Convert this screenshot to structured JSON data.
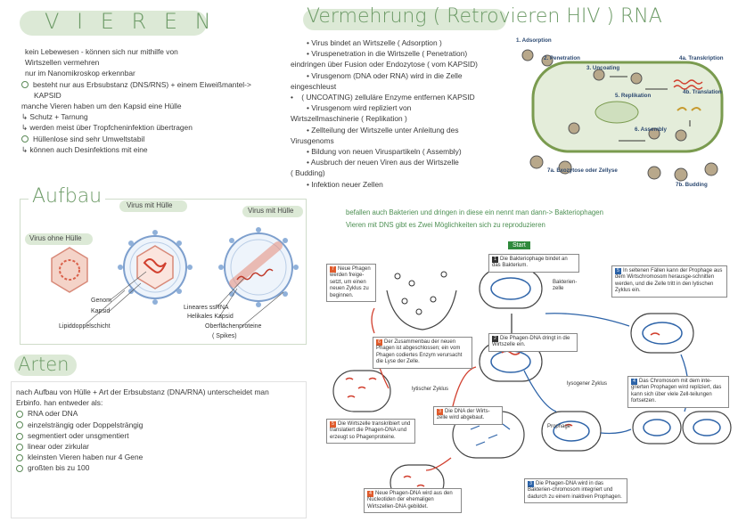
{
  "left": {
    "title": "V I E R E N",
    "intro": [
      "kein Lebewesen - können sich nur mithilfe von",
      "Wirtszellen vermehren",
      "nur im Nanomikroskop erkennbar",
      "besteht nur aus Erbsubstanz (DNS/RNS) + einem Eiweißmantel->",
      "KAPSID",
      "manche Vieren haben um den Kapsid eine Hülle",
      "Schutz + Tarnung",
      "werden meist über Tropfcheninfektion übertragen",
      "Hüllenlose sind sehr Umweltstabil",
      "können auch Desinfektions mit eine"
    ],
    "aufbau": {
      "title": "Aufbau",
      "virus_huelle_1": "Virus mit Hülle",
      "virus_huelle_2": "Virus mit Hülle",
      "virus_ohne": "Virus ohne Hülle",
      "labels": {
        "genom": "Genom",
        "kapsid": "Kapsid",
        "lipid": "Lipiddoppelschicht",
        "ssrna": "Lineares ssRNA",
        "helikal": "Helikales Kapsid",
        "oberflaeche": "Oberflächenproteine",
        "spikes": "( Spikes)"
      }
    },
    "arten": {
      "title": "Arten",
      "lines": [
        "nach Aufbau von Hülle + Art der Erbsubstanz (DNA/RNA) unterscheidet man",
        "Erbinfo. han entweder als:",
        "RNA oder DNA",
        "einzelsträngig oder Doppelsträngig",
        "segmentiert oder unsgmentiert",
        "linear oder zirkular",
        "kleinsten Vieren haben nur 4 Gene",
        "großten bis zu 100"
      ]
    }
  },
  "right": {
    "title": "Vermehrung ( Retrovieren HIV ) RNA",
    "steps": [
      "Virus bindet an Wirtszelle ( Adsorption )",
      "Viruspenetration in die Wirtszelle ( Penetration)",
      "eindringen über Fusion oder Endozytose ( vom KAPSID)",
      "Virusgenom (DNA oder RNA) wird in die Zelle",
      "eingeschleust",
      "( UNCOATING) zelluläre Enzyme entfernen KAPSID",
      "Virusgenom wird repliziert von",
      "Wirtszellmaschinerie ( Replikation )",
      "Zellteilung der Wirtszelle unter Anleitung des",
      "Virusgenoms",
      "Bildung von neuen Viruspartikeln ( Assembly)",
      "Ausbruch der neuen Viren aus der Wirtszelle",
      "( Budding)",
      "Infektion neuer Zellen"
    ],
    "cycle_labels": {
      "adsorption": "1. Adsorption",
      "penetration": "2. Penetration",
      "uncoating": "3. Uncoating",
      "transkription": "4a. Transkription",
      "translation": "4b. Translation",
      "replikation": "5. Replikation",
      "assembly": "6. Assembly",
      "exozytose": "7a. Exozytose oder Zellyse",
      "budding": "7b. Budding"
    },
    "bacteriophage_note": [
      "befallen auch Bakterien und dringen in diese ein nennt man dann-> Bakteriophagen",
      "Vieren mit DNS gibt es Zwei Möglichkeiten sich zu reproduzieren"
    ],
    "phage": {
      "start": "Start",
      "lytic": "lytischer Zyklus",
      "lysogenic": "lysogener Zyklus",
      "bakterienzelle": "Bakterien-zelle",
      "prophage": "Prophage",
      "box1": "Die Bakteriophage bindet an das Bakterium.",
      "box2": "Die Phagen-DNA dringt in die Wirtszelle ein.",
      "box3a": "Die DNA der Wirts-zelle wird abgebaut.",
      "box4a": "Neue Phagen-DNA wird aus den Nucleotiden der ehemaligen Wirtszellen-DNA gebildet.",
      "box5a": "Die Wirtszelle transkribiert und translatiert die Phagen-DNA und erzeugt so Phagenproteine.",
      "box6a": "Der Zusammenbau der neuen Phagen ist abgeschlossen; ein vom Phagen codiertes Enzym verursacht die Lyse der Zelle.",
      "box7a": "Neue Phagen werden freige-setzt, um einen neuen Zyklus zu beginnen.",
      "box3b": "Die Phagen-DNA wird in das Bakterien-chromosom integriert und dadurch zu einem inaktiven Prophagen.",
      "box4b": "Das Chromosom mit dem inte-grierten Prophagen wird repliziert, das kann sich über viele Zell-teilungen fortsetzen.",
      "box5b": "In seltenen Fällen kann der Prophage aus dem Wirtschromosom herausge-schnitten werden, und die Zelle tritt in den lytischen Zyklus ein."
    }
  }
}
